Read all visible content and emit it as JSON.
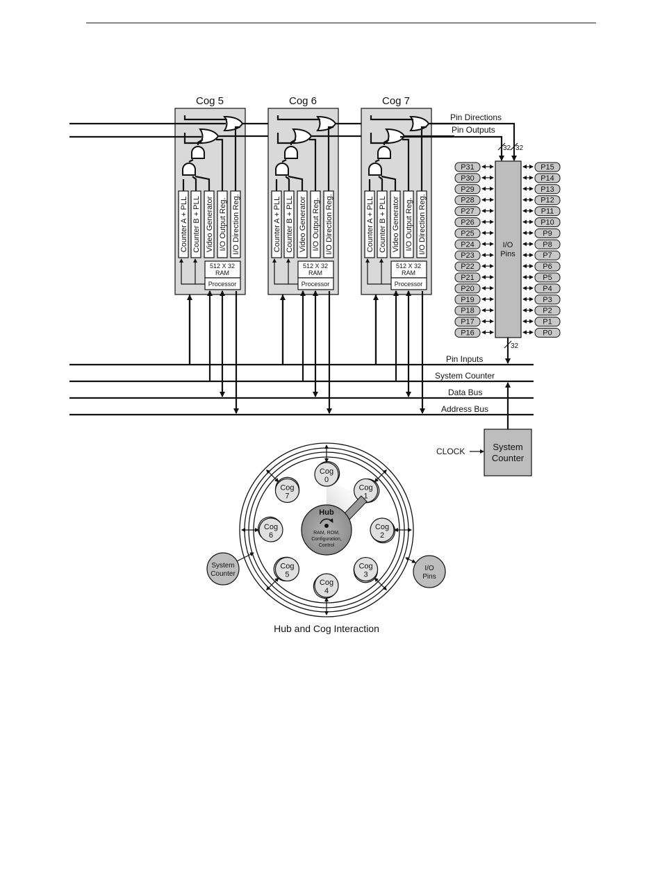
{
  "cogs_top": [
    {
      "title": "Cog 5"
    },
    {
      "title": "Cog 6"
    },
    {
      "title": "Cog 7"
    }
  ],
  "cog_blocks": [
    "Counter A + PLL",
    "Counter B + PLL",
    "Video Generator",
    "I/O Output Reg.",
    "I/O Direction Reg."
  ],
  "ram_label_1": "512 X 32",
  "ram_label_2": "RAM",
  "processor_label": "Processor",
  "signals": {
    "pin_directions": "Pin Directions",
    "pin_outputs": "Pin Outputs",
    "pin_inputs": "Pin Inputs",
    "system_counter": "System Counter",
    "data_bus": "Data Bus",
    "address_bus": "Address Bus",
    "width_32": "32"
  },
  "io_pins": {
    "line1": "I/O",
    "line2": "Pins"
  },
  "pins_left": [
    "P31",
    "P30",
    "P29",
    "P28",
    "P27",
    "P26",
    "P25",
    "P24",
    "P23",
    "P22",
    "P21",
    "P20",
    "P19",
    "P18",
    "P17",
    "P16"
  ],
  "pins_right": [
    "P15",
    "P14",
    "P13",
    "P12",
    "P11",
    "P10",
    "P9",
    "P8",
    "P7",
    "P6",
    "P5",
    "P4",
    "P3",
    "P2",
    "P1",
    "P0"
  ],
  "clock_label": "CLOCK",
  "system_counter_box": {
    "line1": "System",
    "line2": "Counter"
  },
  "hub": {
    "title": "Hub",
    "sub": [
      "RAM, ROM,",
      "Configuration,",
      "Control"
    ],
    "cogs": [
      {
        "l1": "Cog",
        "l2": "0"
      },
      {
        "l1": "Cog",
        "l2": "1"
      },
      {
        "l1": "Cog",
        "l2": "2"
      },
      {
        "l1": "Cog",
        "l2": "3"
      },
      {
        "l1": "Cog",
        "l2": "4"
      },
      {
        "l1": "Cog",
        "l2": "5"
      },
      {
        "l1": "Cog",
        "l2": "6"
      },
      {
        "l1": "Cog",
        "l2": "7"
      }
    ],
    "system_counter": {
      "l1": "System",
      "l2": "Counter"
    },
    "io_pins": {
      "l1": "I/O",
      "l2": "Pins"
    }
  },
  "caption": "Hub and Cog Interaction"
}
